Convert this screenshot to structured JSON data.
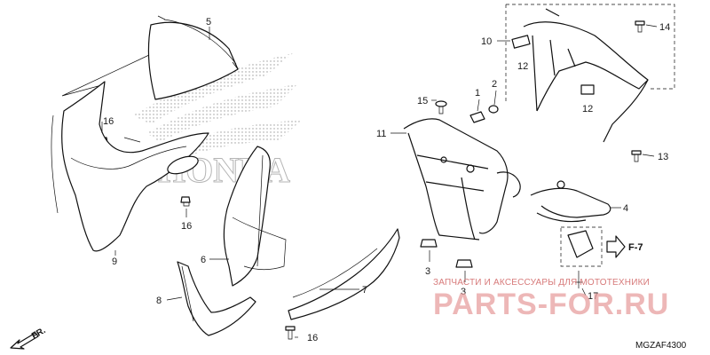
{
  "diagram": {
    "code": "MGZAF4300",
    "brand_watermark": "HONDA",
    "watermark": {
      "caption": "ЗАПЧАСТИ И АКСЕССУАРЫ ДЛЯ МОТОТЕХНИКИ",
      "site": "PARTS-FOR.RU"
    },
    "front_label": "FR.",
    "reference": "F-7",
    "callouts": [
      {
        "id": "c1",
        "label": "1"
      },
      {
        "id": "c2",
        "label": "2"
      },
      {
        "id": "c3a",
        "label": "3"
      },
      {
        "id": "c3b",
        "label": "3"
      },
      {
        "id": "c4",
        "label": "4"
      },
      {
        "id": "c5",
        "label": "5"
      },
      {
        "id": "c6",
        "label": "6"
      },
      {
        "id": "c7",
        "label": "7"
      },
      {
        "id": "c8",
        "label": "8"
      },
      {
        "id": "c9",
        "label": "9"
      },
      {
        "id": "c10",
        "label": "10"
      },
      {
        "id": "c11",
        "label": "11"
      },
      {
        "id": "c12a",
        "label": "12"
      },
      {
        "id": "c12b",
        "label": "12"
      },
      {
        "id": "c13",
        "label": "13"
      },
      {
        "id": "c14",
        "label": "14"
      },
      {
        "id": "c15",
        "label": "15"
      },
      {
        "id": "c16a",
        "label": "16"
      },
      {
        "id": "c16b",
        "label": "16"
      },
      {
        "id": "c16c",
        "label": "16"
      },
      {
        "id": "c17",
        "label": "17"
      }
    ]
  }
}
